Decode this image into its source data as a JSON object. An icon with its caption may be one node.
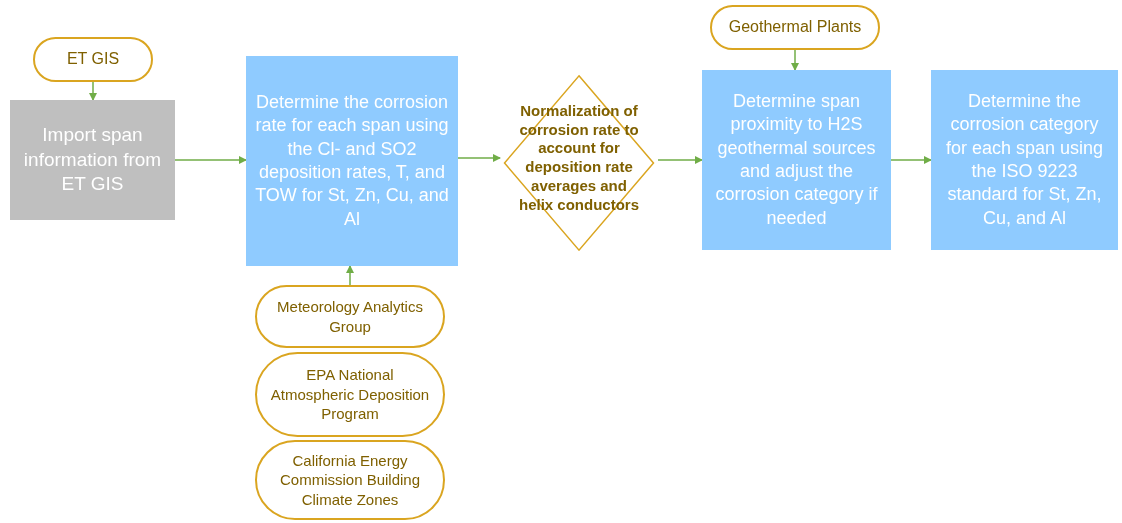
{
  "diagram": {
    "nodes": [
      {
        "text": [
          "ET GIS"
        ]
      },
      {
        "text": [
          "Import span information from ET GIS"
        ]
      },
      {
        "text": [
          "Determine the corrosion rate for each span using the Cl- and SO2 deposition rates, T, and TOW for St, Zn, Cu, and Al"
        ]
      },
      {
        "text": [
          "Normalization of corrosion rate to account for deposition rate averages and helix conductors"
        ]
      },
      {
        "text": [
          "Geothermal Plants"
        ]
      },
      {
        "text": [
          "Determine span proximity to H2S geothermal sources and adjust the corrosion category if needed"
        ]
      },
      {
        "text": [
          "Determine the corrosion category for each span using the ISO 9223 standard for St, Zn, Cu, and Al"
        ]
      },
      {
        "text": [
          "Meteorology Analytics Group"
        ]
      },
      {
        "text": [
          "EPA National Atmospheric Deposition Program"
        ]
      },
      {
        "text": [
          "California Energy Commission Building Climate Zones"
        ]
      }
    ],
    "edges": [
      {
        "from": 0,
        "to": 1,
        "arrow": "to"
      },
      {
        "from": 1,
        "to": 2,
        "arrow": "to"
      },
      {
        "from": 7,
        "to": 2,
        "arrow": "to"
      },
      {
        "from": 2,
        "to": 3,
        "arrow": "to"
      },
      {
        "from": 4,
        "to": 5,
        "arrow": "to"
      },
      {
        "from": 3,
        "to": 5,
        "arrow": "to"
      },
      {
        "from": 5,
        "to": 6,
        "arrow": "to"
      }
    ]
  }
}
